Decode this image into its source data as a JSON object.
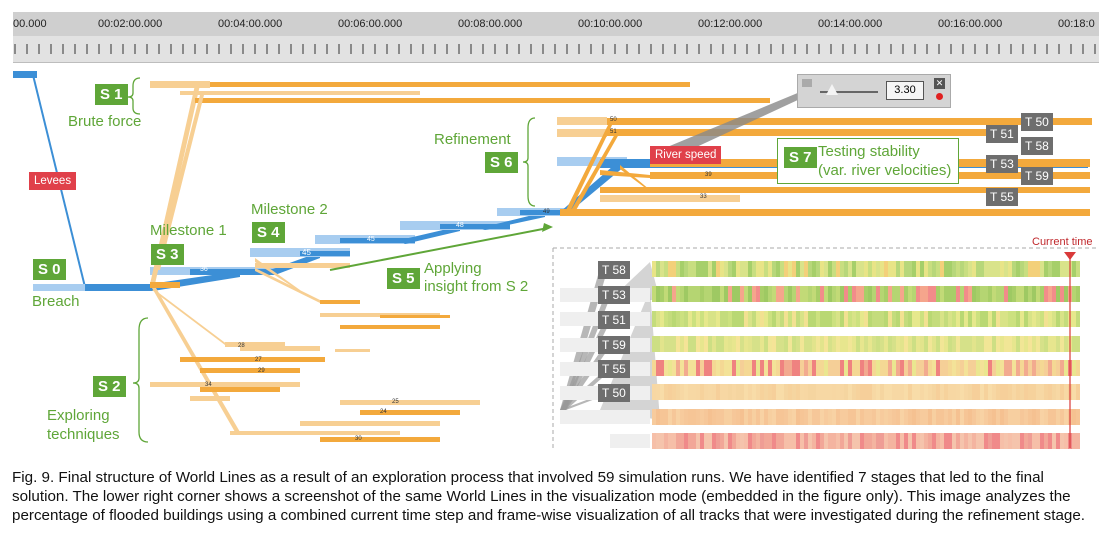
{
  "timeline": {
    "ticks": [
      "00.000",
      "00:02:00.000",
      "00:04:00.000",
      "00:06:00.000",
      "00:08:00.000",
      "00:10:00.000",
      "00:12:00.000",
      "00:14:00.000",
      "00:16:00.000",
      "00:18:0"
    ]
  },
  "stages": {
    "s0": "S 0",
    "s1": "S 1",
    "s2": "S 2",
    "s3": "S 3",
    "s4": "S 4",
    "s5": "S 5",
    "s6": "S 6",
    "s7": "S 7"
  },
  "labels": {
    "breach": "Breach",
    "brute_force": "Brute force",
    "milestone1": "Milestone 1",
    "milestone2": "Milestone 2",
    "refinement": "Refinement",
    "applying_line1": "Applying",
    "applying_line2": "insight from S 2",
    "exploring_line1": "Exploring",
    "exploring_line2": "techniques",
    "testing_line1": "Testing stability",
    "testing_line2": "(var. river velocities)",
    "levees": "Levees",
    "river_speed": "River speed",
    "current_time": "Current time"
  },
  "slider": {
    "value": "3.30",
    "close": "✕"
  },
  "tracks_top": [
    "T 50",
    "T 51",
    "T 58",
    "T 53",
    "T 59",
    "T 55"
  ],
  "tracks_heat": [
    "T 58",
    "T 53",
    "T 51",
    "T 59",
    "T 55",
    "T 50"
  ],
  "node_numbers": {
    "n36": "36",
    "n45": "45",
    "n48": "48",
    "n49": "49",
    "n45b": "45",
    "n50": "50",
    "n51": "51",
    "n39": "39",
    "n33": "33",
    "n28": "28",
    "n27": "27",
    "n29": "29",
    "n34": "34",
    "n25": "25",
    "n24": "24",
    "n30": "30"
  },
  "colors": {
    "orange": "#f3a93c",
    "lightorange": "#f7cf93",
    "blue": "#3c8fd6",
    "lightblue": "#a8cdf0",
    "green": "#5fa638",
    "red": "#e0404a",
    "gray": "#6e6e6e"
  },
  "caption": "Fig. 9. Final structure of World Lines as a result of an exploration process that involved 59 simulation runs. We have identified 7 stages that led to the final solution. The lower right corner shows a screenshot of the same World Lines in the visualization mode (embedded in the figure only). This image analyzes the percentage of flooded buildings using a combined current time step and frame-wise visualization of all tracks that were investigated during the refinement stage."
}
